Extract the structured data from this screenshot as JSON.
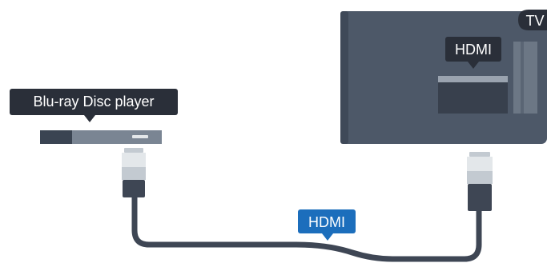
{
  "labels": {
    "player": "Blu-ray Disc player",
    "tv_port": "HDMI",
    "cable": "HDMI",
    "tv_badge": "TV"
  },
  "colors": {
    "tv_body": "#4d5868",
    "tv_side_strip": "#6c7785",
    "tv_port_panel": "#38404d",
    "tv_port_slot": "#9aa3af",
    "label_dark": "#2a2f39",
    "label_blue": "#1c6ebc",
    "player_left": "#3a4452",
    "player_right": "#7a8593",
    "cable": "#3e4654",
    "plug_light": "#e3e7ea",
    "plug_mid": "#c3cad1"
  }
}
